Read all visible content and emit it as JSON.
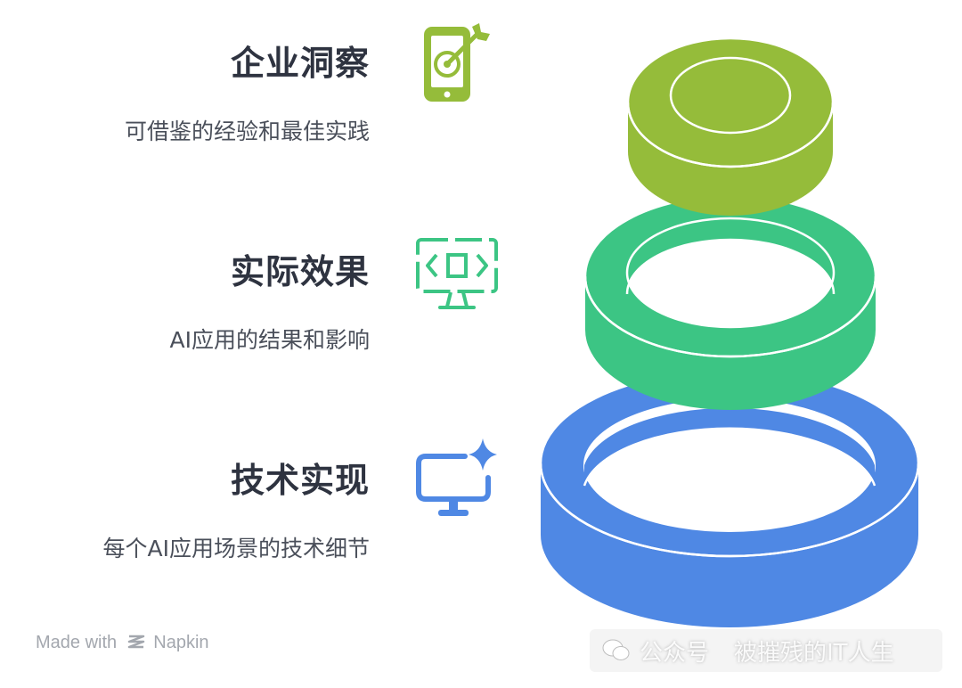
{
  "levels": [
    {
      "title": "企业洞察",
      "description": "可借鉴的经验和最佳实践",
      "color": "#95bc3a",
      "icon": "mobile-target-icon"
    },
    {
      "title": "实际效果",
      "description": "AI应用的结果和影响",
      "color": "#3cc584",
      "icon": "monitor-code-icon"
    },
    {
      "title": "技术实现",
      "description": "每个AI应用场景的技术细节",
      "color": "#4f88e4",
      "icon": "monitor-sparkle-icon"
    }
  ],
  "footer": {
    "made_with": "Made with",
    "brand": "Napkin"
  },
  "watermark": {
    "channel": "公众号",
    "name": "被摧残的IT人生"
  }
}
